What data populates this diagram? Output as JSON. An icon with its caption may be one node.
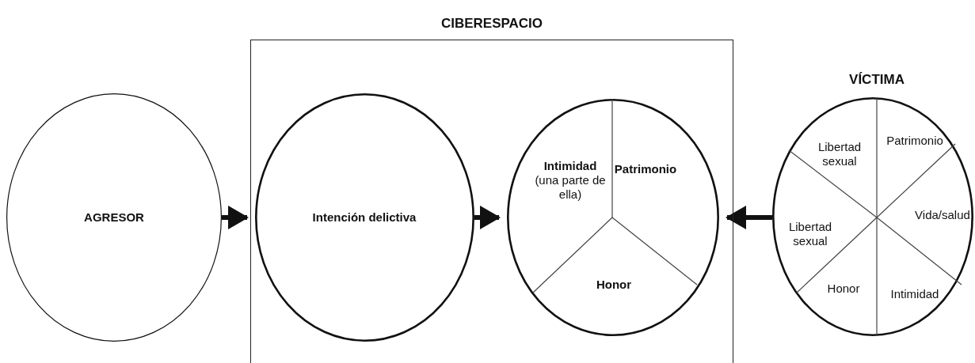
{
  "diagram": {
    "nodes": [
      {
        "text": [
          "CIBERESPACIO"
        ]
      },
      {
        "text": [
          "AGRESOR"
        ]
      },
      {
        "text": [
          "Intención delictiva"
        ],
        "in": 0
      },
      {
        "text": [
          "**Intimidad** (una parte de ella)",
          "Patrimonio",
          "Honor"
        ],
        "in": 0
      },
      {
        "text": [
          "VÍCTIMA",
          "Libertad sexual",
          "Patrimonio",
          "Libertad sexual",
          "Vida/salud",
          "Honor",
          "Intimidad"
        ]
      }
    ],
    "edges": [
      {
        "from": 1,
        "to": 2,
        "arrow": "to"
      },
      {
        "from": 2,
        "to": 3,
        "arrow": "to"
      },
      {
        "from": 4,
        "to": 3,
        "arrow": "to"
      }
    ]
  }
}
